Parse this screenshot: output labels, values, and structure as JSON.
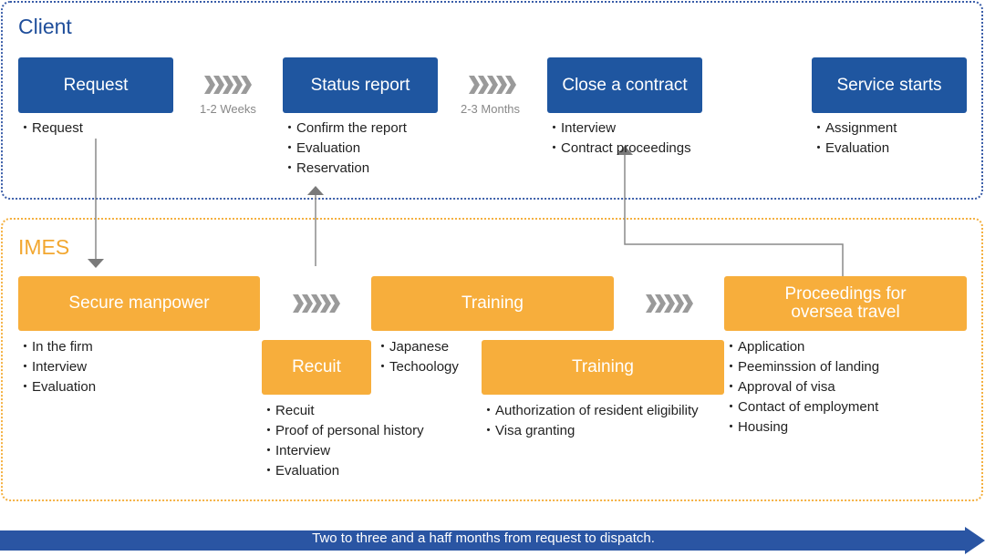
{
  "client": {
    "title": "Client",
    "steps": [
      {
        "label": "Request",
        "items": [
          "Request"
        ]
      },
      {
        "label": "Status report",
        "items": [
          "Confirm the report",
          "Evaluation",
          "Reservation"
        ]
      },
      {
        "label": "Close a contract",
        "items": [
          "Interview",
          "Contract proceedings"
        ]
      },
      {
        "label": "Service starts",
        "items": [
          "Assignment",
          "Evaluation"
        ]
      }
    ],
    "intervals": [
      "1-2 Weeks",
      "2-3 Months"
    ]
  },
  "imes": {
    "title": "IMES",
    "secure": {
      "label": "Secure manpower",
      "items": [
        "In the firm",
        "Interview",
        "Evaluation"
      ]
    },
    "recruit": {
      "label": "Recuit",
      "items": [
        "Recuit",
        "Proof of personal history",
        "Interview",
        "Evaluation"
      ]
    },
    "training_main": {
      "label": "Training",
      "items": [
        "Japanese",
        "Techoology"
      ]
    },
    "training_sub": {
      "label": "Training",
      "items": [
        "Authorization of resident eligibility",
        "Visa granting"
      ]
    },
    "proceedings": {
      "label_line1": "Proceedings for",
      "label_line2": "oversea travel",
      "items": [
        "Application",
        "Peeminssion of landing",
        "Approval of visa",
        "Contact of employment",
        "Housing"
      ]
    }
  },
  "timeline": {
    "text": "Two to three and a haff months from request to dispatch."
  },
  "colors": {
    "client_blue": "#1f56a0",
    "imes_orange": "#f7ae3c",
    "connector_gray": "#8a8a8a",
    "chevron_gray": "#9a9a9a",
    "timeline_blue": "#2a55a3"
  }
}
